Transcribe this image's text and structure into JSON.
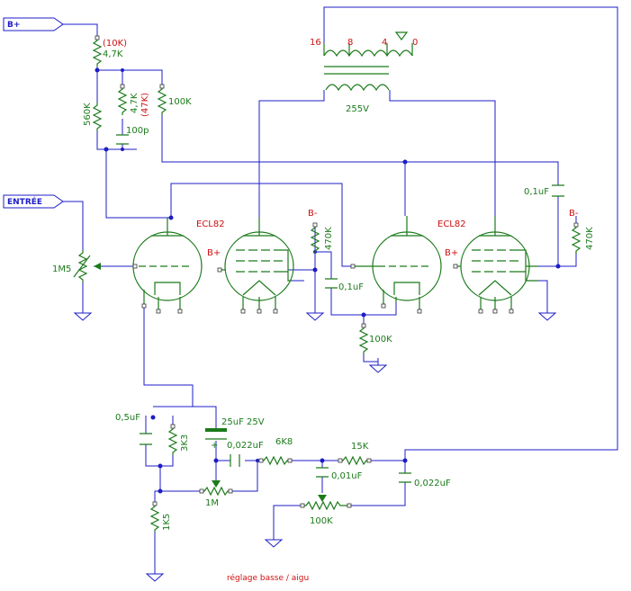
{
  "ports": {
    "bplus": "B+",
    "input": "ENTRÉE"
  },
  "tubes": {
    "left": "ECL82",
    "right": "ECL82"
  },
  "supply": {
    "bplus_left": "B+",
    "bplus_right": "B+",
    "bminus_1": "B-",
    "bminus_2": "B-"
  },
  "transformer": {
    "taps": [
      "16",
      "8",
      "4",
      "0"
    ],
    "primary_voltage": "255V"
  },
  "components": {
    "r_top_alt": "(10K)",
    "r_top": "4,7K",
    "r_560k": "560K",
    "r_47k_a": "4,7K",
    "r_47k_b": "(47K)",
    "c_100p": "100p",
    "r_100k_top": "100K",
    "pot_input": "1M5",
    "r_470k_1": "470K",
    "c_01_1": "0,1uF",
    "r_100k_mid": "100K",
    "c_01_2": "0,1uF",
    "r_470k_2": "470K",
    "c_05": "0,5uF",
    "r_3k3": "3K3",
    "c_25": "25uF 25V",
    "c_0022_1": "0,022uF",
    "r_6k8": "6K8",
    "r_15k": "15K",
    "c_001": "0,01uF",
    "c_0022_2": "0,022uF",
    "pot_1m": "1M",
    "r_1k5": "1K5",
    "pot_100k": "100K"
  },
  "caption": "réglage basse / aigu"
}
